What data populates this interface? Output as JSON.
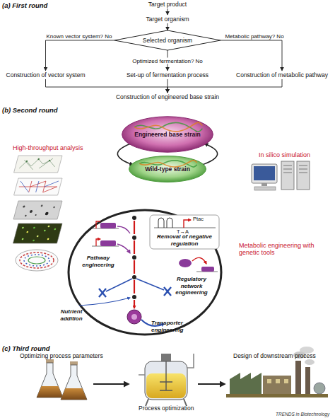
{
  "diagram": {
    "nodes": [
      {
        "text": [
          "Target product"
        ]
      },
      {
        "text": [
          "Target organism"
        ]
      },
      {
        "text": [
          "Selected organism"
        ]
      },
      {
        "text": [
          "Construction of vector system"
        ]
      },
      {
        "text": [
          "Set-up of fermentation process"
        ]
      },
      {
        "text": [
          "Construction of metabolic pathway"
        ]
      },
      {
        "text": [
          "Construction of engineered base strain"
        ]
      },
      {
        "text": [
          "Engineered base strain"
        ]
      },
      {
        "text": [
          "Wild-type strain"
        ]
      }
    ],
    "edges": [
      {
        "from": 0,
        "to": 1,
        "arrow": "to"
      },
      {
        "from": 1,
        "to": 2,
        "arrow": "to"
      },
      {
        "from": 2,
        "to": 3,
        "label": "Known vector system? No",
        "arrow": "to"
      },
      {
        "from": 2,
        "to": 4,
        "label": "Optimized fermentation? No",
        "arrow": "to"
      },
      {
        "from": 2,
        "to": 5,
        "label": "Metabolic pathway? No",
        "arrow": "to"
      },
      {
        "from": 3,
        "to": 6,
        "arrow": "to"
      },
      {
        "from": 4,
        "to": 6,
        "arrow": "to"
      },
      {
        "from": 5,
        "to": 6,
        "arrow": "to"
      },
      {
        "from": 7,
        "to": 8,
        "arrow": "to"
      },
      {
        "from": 8,
        "to": 7,
        "arrow": "to"
      }
    ],
    "labels": [
      "(a) First round",
      "(b) Second round",
      "High-throughput analysis",
      "In silico simulation",
      "Metabolic engineering with genetic tools",
      "Pathway engineering",
      "Removal of negative regulation",
      "Ptac",
      "T→A",
      "Regulatory network engineering",
      "Nutrient addition",
      "Transporter engineering",
      "(c) Third round",
      "Optimizing process parameters",
      "Design of downstream process",
      "Process optimization",
      "TRENDS in Biotechnology"
    ]
  }
}
